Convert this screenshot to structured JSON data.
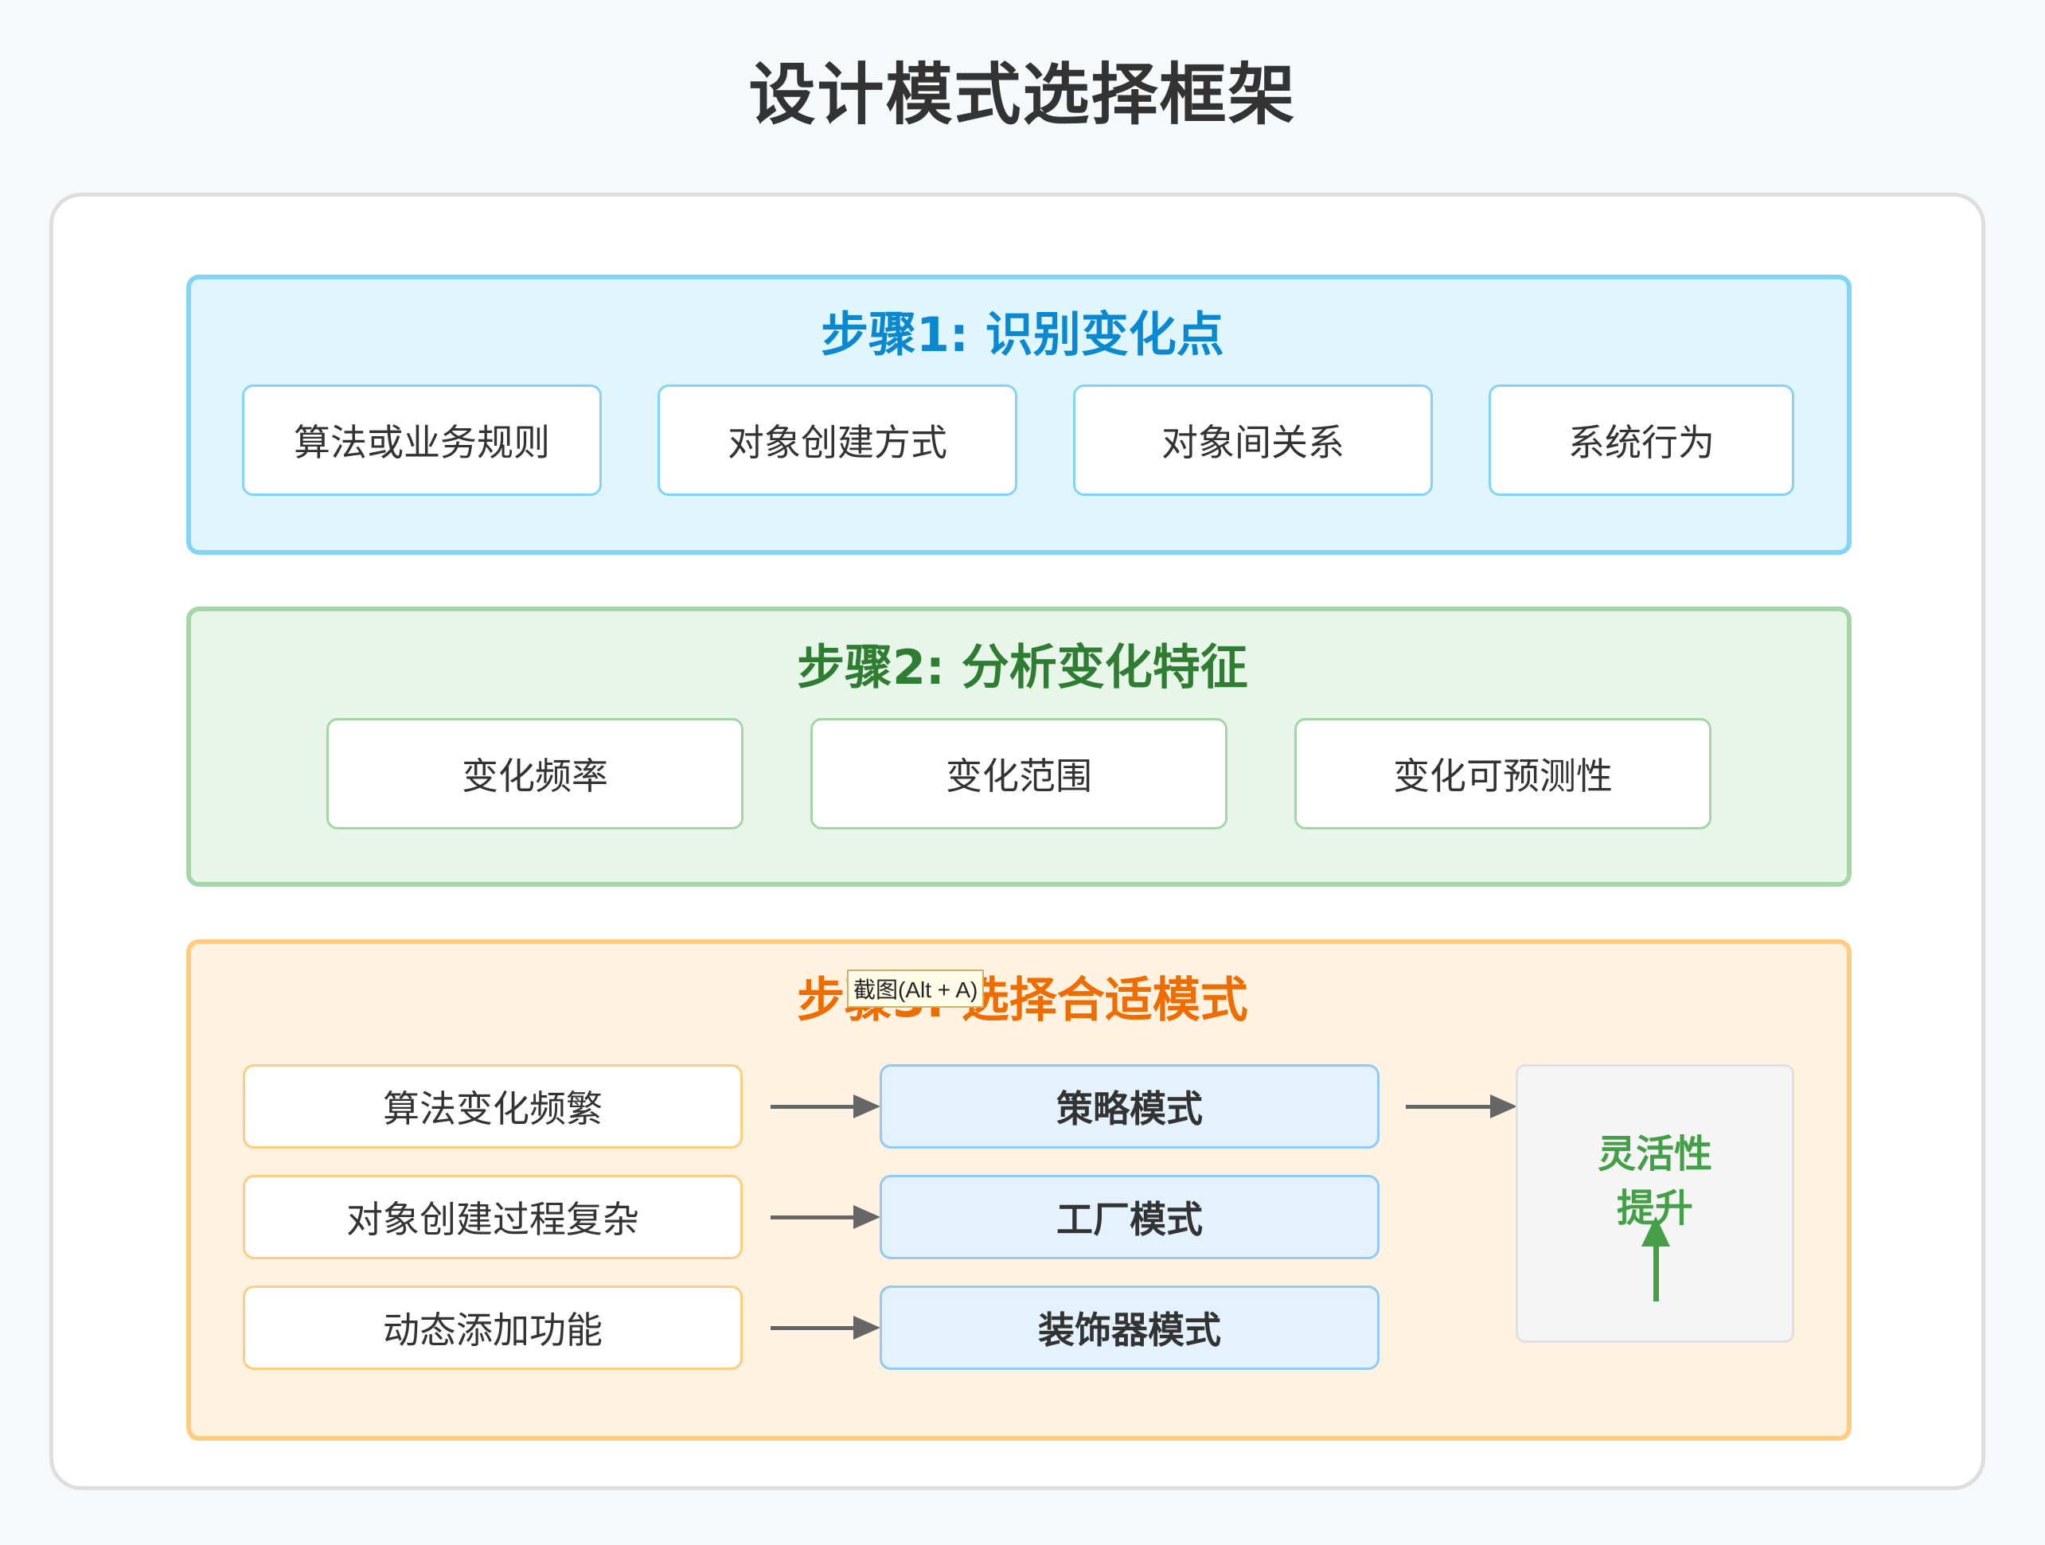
{
  "title": "设计模式选择框架",
  "step1": {
    "title": "步骤1: 识别变化点",
    "items": [
      "算法或业务规则",
      "对象创建方式",
      "对象间关系",
      "系统行为"
    ]
  },
  "step2": {
    "title": "步骤2: 分析变化特征",
    "items": [
      "变化频率",
      "变化范围",
      "变化可预测性"
    ]
  },
  "step3": {
    "title": "步骤3: 选择合适模式",
    "scenarios": [
      "算法变化频繁",
      "对象创建过程复杂",
      "动态添加功能"
    ],
    "patterns": [
      "策略模式",
      "工厂模式",
      "装饰器模式"
    ],
    "result_line1": "灵活性",
    "result_line2": "提升"
  },
  "tooltip": "截图(Alt + A)",
  "colors": {
    "step1_accent": "#0a88d0",
    "step2_accent": "#2e7d32",
    "step3_accent": "#ef6c00",
    "result": "#43a047"
  },
  "icons": {
    "right_arrow": "arrow-right",
    "up_arrow": "arrow-up"
  }
}
